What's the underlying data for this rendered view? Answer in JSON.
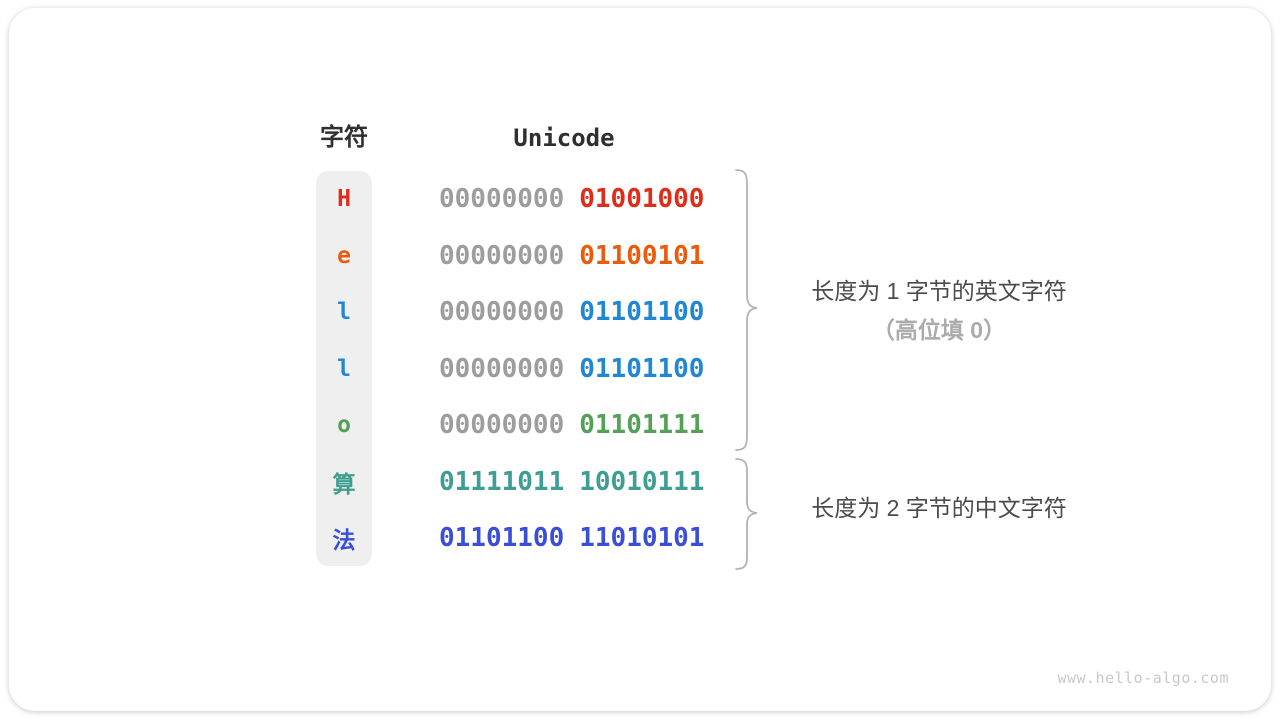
{
  "headers": {
    "char": "字符",
    "unicode": "Unicode"
  },
  "rows": [
    {
      "char": "H",
      "char_color": "#e02c18",
      "byte1": "00000000",
      "byte1_color": "#9d9d9d",
      "byte2": "01001000",
      "byte2_color": "#e02c18"
    },
    {
      "char": "e",
      "char_color": "#eb5b0d",
      "byte1": "00000000",
      "byte1_color": "#9d9d9d",
      "byte2": "01100101",
      "byte2_color": "#eb5b0d"
    },
    {
      "char": "l",
      "char_color": "#1f87d4",
      "byte1": "00000000",
      "byte1_color": "#9d9d9d",
      "byte2": "01101100",
      "byte2_color": "#1f87d4"
    },
    {
      "char": "l",
      "char_color": "#1f87d4",
      "byte1": "00000000",
      "byte1_color": "#9d9d9d",
      "byte2": "01101100",
      "byte2_color": "#1f87d4"
    },
    {
      "char": "o",
      "char_color": "#54a059",
      "byte1": "00000000",
      "byte1_color": "#9d9d9d",
      "byte2": "01101111",
      "byte2_color": "#54a059"
    },
    {
      "char": "算",
      "char_color": "#3e9e92",
      "byte1": "01111011",
      "byte1_color": "#3e9e92",
      "byte2": "10010111",
      "byte2_color": "#3e9e92"
    },
    {
      "char": "法",
      "char_color": "#3b4ed8",
      "byte1": "01101100",
      "byte1_color": "#3b4ed8",
      "byte2": "11010101",
      "byte2_color": "#3b4ed8"
    }
  ],
  "annotations": {
    "english": {
      "line1": "长度为 1 字节的英文字符",
      "line2": "（高位填 0）"
    },
    "chinese": {
      "line1": "长度为 2 字节的中文字符"
    }
  },
  "colors": {
    "brace": "#b3b3b3",
    "header_text": "#2f2f2f",
    "gray_byte": "#9d9d9d",
    "char_column_bg": "#efefef"
  },
  "watermark": "www.hello-algo.com"
}
